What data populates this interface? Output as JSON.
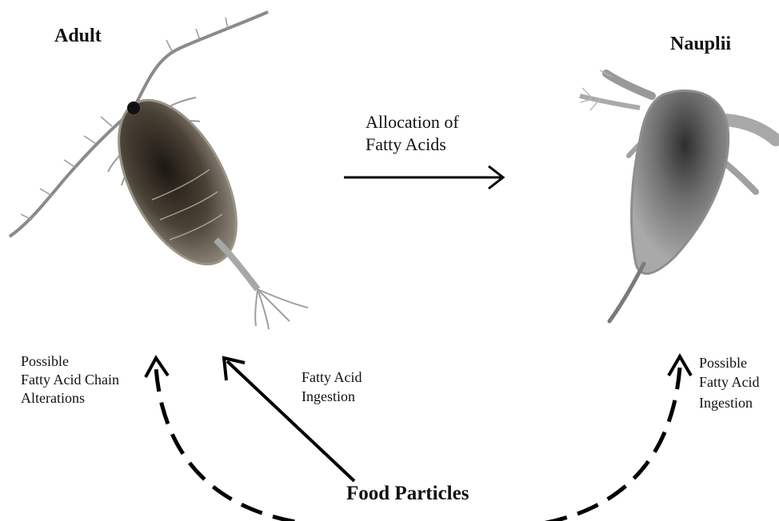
{
  "labels": {
    "adult": "Adult",
    "nauplii": "Nauplii",
    "allocation_line1": "Allocation of",
    "allocation_line2": "Fatty Acids",
    "chain_line1": "Possible",
    "chain_line2": "Fatty Acid Chain",
    "chain_line3": "Alterations",
    "ingestion_line1": "Fatty Acid",
    "ingestion_line2": "Ingestion",
    "right_line1": "Possible",
    "right_line2": "Fatty Acid",
    "right_line3": "Ingestion",
    "food": "Food Particles"
  }
}
